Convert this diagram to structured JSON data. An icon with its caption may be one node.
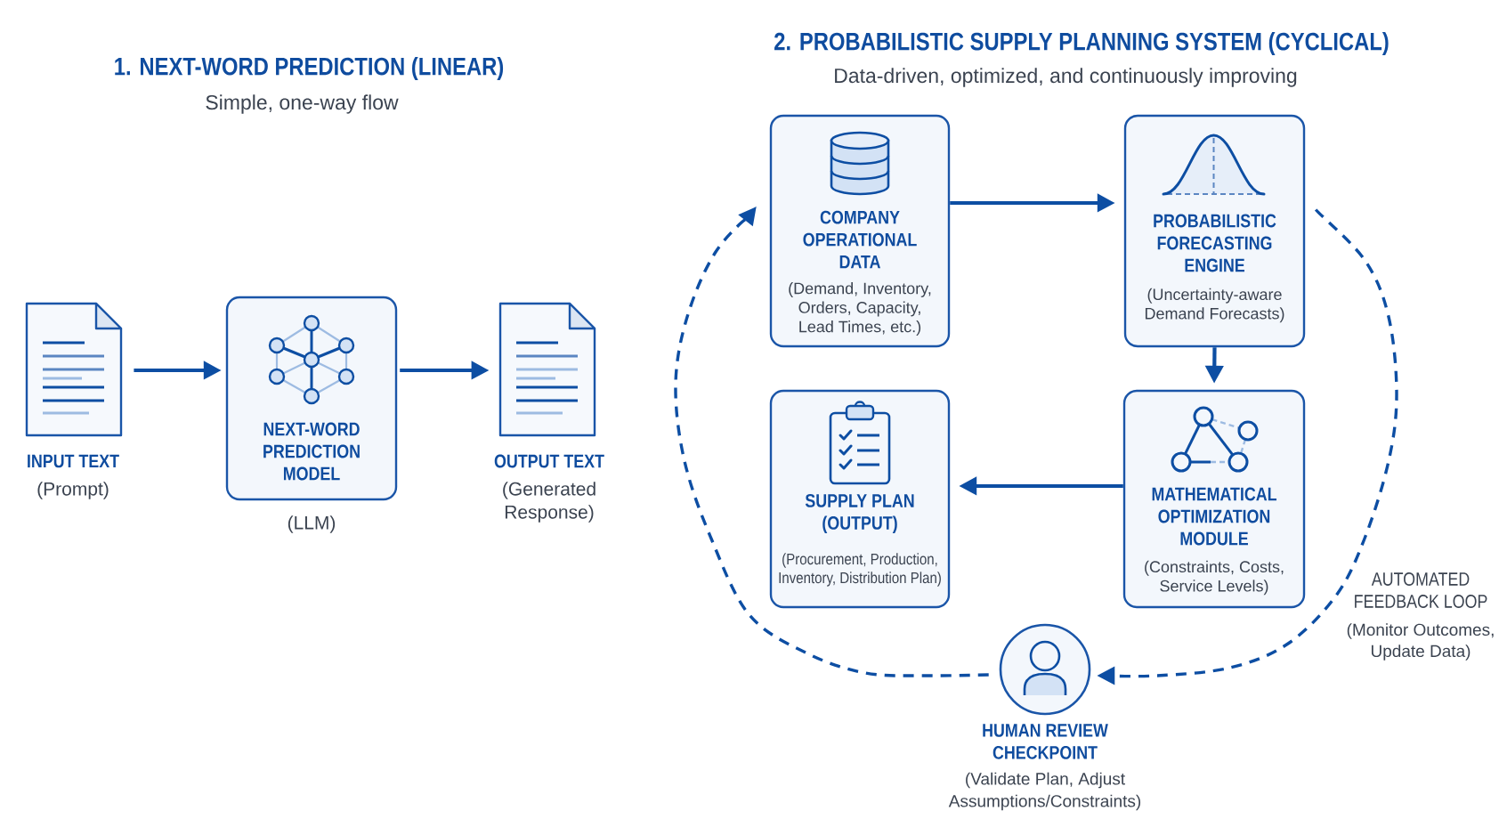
{
  "diagram": {
    "nodes": [
      {
        "text": [
          "INPUT TEXT",
          "(Prompt)"
        ]
      },
      {
        "text": [
          "NEXT-WORD PREDICTION MODEL"
        ],
        "beside": [
          "(LLM)"
        ]
      },
      {
        "text": [
          "OUTPUT TEXT",
          "(Generated Response)"
        ]
      },
      {
        "text": [
          "COMPANY OPERATIONAL DATA",
          "(Demand, Inventory, Orders, Capacity, Lead Times, etc.)"
        ]
      },
      {
        "text": [
          "PROBABILISTIC FORECASTING ENGINE",
          "(Uncertainty-aware Demand Forecasts)"
        ]
      },
      {
        "text": [
          "SUPPLY PLAN (OUTPUT)",
          "(Procurement, Production, Inventory, Distribution Plan)"
        ]
      },
      {
        "text": [
          "MATHEMATICAL OPTIMIZATION MODULE",
          "(Constraints, Costs, Service Levels)"
        ]
      },
      {
        "text": [
          "HUMAN REVIEW CHECKPOINT",
          "(Validate Plan, Adjust Assumptions/Constraints)"
        ]
      }
    ],
    "edges": [
      {
        "from": 0,
        "to": 1,
        "arrow": "to"
      },
      {
        "from": 1,
        "to": 2,
        "arrow": "to"
      },
      {
        "from": 3,
        "to": 4,
        "arrow": "to"
      },
      {
        "from": 4,
        "to": 6,
        "arrow": "to"
      },
      {
        "from": 6,
        "to": 5,
        "arrow": "to"
      },
      {
        "from": 4,
        "to": 7,
        "arrow": "to",
        "style": "dashed"
      },
      {
        "from": 7,
        "to": 3,
        "arrow": "to",
        "style": "dashed"
      }
    ],
    "labels": [
      "1. NEXT-WORD PREDICTION (LINEAR)",
      "Simple, one-way flow",
      "2. PROBABILISTIC SUPPLY PLANNING SYSTEM (CYCLICAL)",
      "Data-driven, optimized, and continuously improving",
      "AUTOMATED FEEDBACK LOOP",
      "(Monitor Outcomes, Update Data)"
    ]
  }
}
